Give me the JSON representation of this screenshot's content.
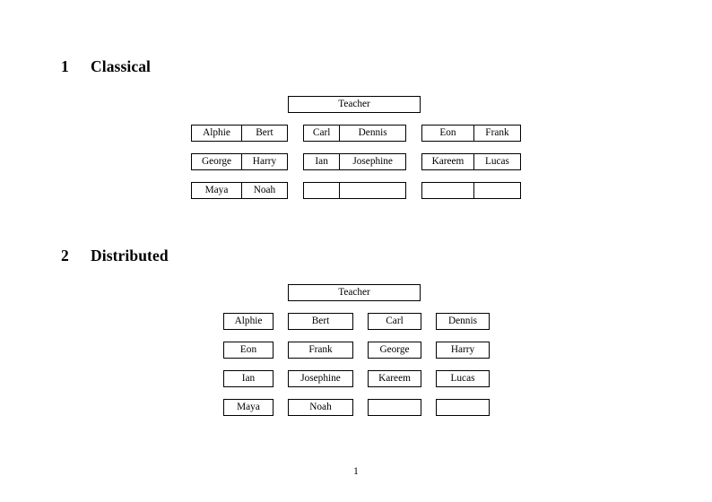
{
  "document": {
    "page_number": "1"
  },
  "sections": [
    {
      "number": "1",
      "title": "Classical",
      "teacher_label": "Teacher",
      "groups": [
        {
          "name": "left",
          "rows": [
            [
              "Alphie",
              "Bert"
            ],
            [
              "George",
              "Harry"
            ],
            [
              "Maya",
              "Noah"
            ]
          ]
        },
        {
          "name": "middle",
          "rows": [
            [
              "Carl",
              "Dennis"
            ],
            [
              "Ian",
              "Josephine"
            ],
            [
              "",
              ""
            ]
          ]
        },
        {
          "name": "right",
          "rows": [
            [
              "Eon",
              "Frank"
            ],
            [
              "Kareem",
              "Lucas"
            ],
            [
              "",
              ""
            ]
          ]
        }
      ]
    },
    {
      "number": "2",
      "title": "Distributed",
      "teacher_label": "Teacher",
      "rows": [
        [
          "Alphie",
          "Bert",
          "Carl",
          "Dennis"
        ],
        [
          "Eon",
          "Frank",
          "George",
          "Harry"
        ],
        [
          "Ian",
          "Josephine",
          "Kareem",
          "Lucas"
        ],
        [
          "Maya",
          "Noah",
          "",
          ""
        ]
      ]
    }
  ]
}
